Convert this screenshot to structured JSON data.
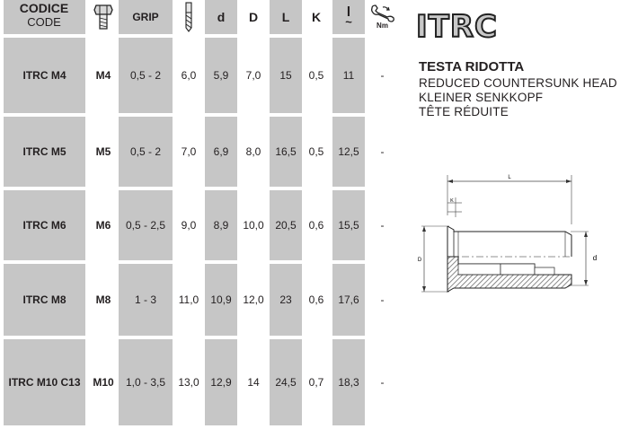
{
  "header": {
    "code_title": "CODICE",
    "code_subtitle": "CODE",
    "grip": "GRIP",
    "d": "d",
    "D": "D",
    "L": "L",
    "K": "K",
    "l_tilde": "~",
    "torque_unit": "Nm"
  },
  "rows": [
    {
      "code": "ITRC M4",
      "size": "M4",
      "grip": "0,5 - 2",
      "drill": "6,0",
      "d": "5,9",
      "D": "7,0",
      "L": "15",
      "K": "0,5",
      "l": "11",
      "nm": "-"
    },
    {
      "code": "ITRC M5",
      "size": "M5",
      "grip": "0,5 - 2",
      "drill": "7,0",
      "d": "6,9",
      "D": "8,0",
      "L": "16,5",
      "K": "0,5",
      "l": "12,5",
      "nm": "-"
    },
    {
      "code": "ITRC M6",
      "size": "M6",
      "grip": "0,5 - 2,5",
      "drill": "9,0",
      "d": "8,9",
      "D": "10,0",
      "L": "20,5",
      "K": "0,6",
      "l": "15,5",
      "nm": "-"
    },
    {
      "code": "ITRC M8",
      "size": "M8",
      "grip": "1 - 3",
      "drill": "11,0",
      "d": "10,9",
      "D": "12,0",
      "L": "23",
      "K": "0,6",
      "l": "17,6",
      "nm": "-"
    },
    {
      "code": "ITRC M10 C13",
      "size": "M10",
      "grip": "1,0 - 3,5",
      "drill": "13,0",
      "d": "12,9",
      "D": "14",
      "L": "24,5",
      "K": "0,7",
      "l": "18,3",
      "nm": "-"
    }
  ],
  "product": {
    "brand": "ITRC",
    "title": "TESTA RIDOTTA",
    "subtitles": [
      "REDUCED COUNTERSUNK HEAD",
      "KLEINER SENKKOPF",
      "TÊTE RÉDUITE"
    ]
  },
  "drawing_labels": {
    "L": "L",
    "K": "K",
    "D": "D",
    "d": "d"
  },
  "colors": {
    "cell_grey": "#c6c6c6",
    "text": "#231f20",
    "hatch": "#7a7a7a"
  },
  "icons": [
    "hex-bolt-icon",
    "drill-bit-icon",
    "wrench-icon"
  ]
}
